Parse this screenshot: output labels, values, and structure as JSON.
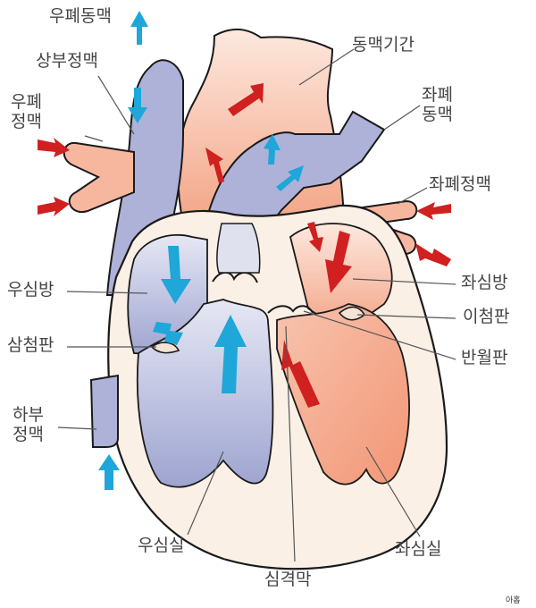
{
  "labels": {
    "pulmonary_artery_right": "우폐동맥",
    "superior_vena_cava": "상부정맥",
    "pulmonary_vein_right": "우폐\n정맥",
    "aorta": "동맥기간",
    "pulmonary_artery_left": "좌폐\n동맥",
    "pulmonary_vein_left": "좌폐정맥",
    "right_atrium": "우심방",
    "left_atrium": "좌심방",
    "mitral_valve": "이첨판",
    "tricuspid_valve": "삼첨판",
    "semilunar_valve": "반월판",
    "inferior_vena_cava": "하부\n정맥",
    "right_ventricle": "우심실",
    "left_ventricle": "좌심실",
    "septum": "심격막"
  },
  "credit": "아홉",
  "colors": {
    "blood_deoxygenated": "#a9aed6",
    "blood_oxygenated": "#f6b49a",
    "arrow_blue": "#1ea7d8",
    "arrow_red": "#d02020",
    "outline": "#1a1a1a",
    "heart_wall": "#fbf0e6"
  }
}
